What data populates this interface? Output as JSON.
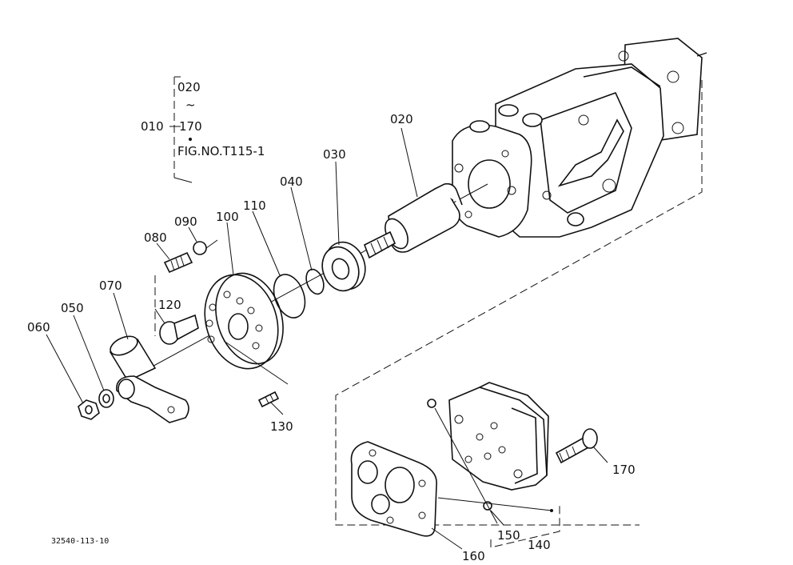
{
  "legend": {
    "top": "020",
    "tilde": "~",
    "left": "010",
    "right": "170",
    "fig": "FIG.NO.T115-1"
  },
  "callouts": [
    {
      "id": "c020",
      "text": "020"
    },
    {
      "id": "c030",
      "text": "030"
    },
    {
      "id": "c040",
      "text": "040"
    },
    {
      "id": "c110",
      "text": "110"
    },
    {
      "id": "c100",
      "text": "100"
    },
    {
      "id": "c090",
      "text": "090"
    },
    {
      "id": "c080",
      "text": "080"
    },
    {
      "id": "c070",
      "text": "070"
    },
    {
      "id": "c120",
      "text": "120"
    },
    {
      "id": "c050",
      "text": "050"
    },
    {
      "id": "c060",
      "text": "060"
    },
    {
      "id": "c130",
      "text": "130"
    },
    {
      "id": "c170",
      "text": "170"
    },
    {
      "id": "c150",
      "text": "150"
    },
    {
      "id": "c140",
      "text": "140"
    },
    {
      "id": "c160",
      "text": "160"
    }
  ],
  "drawing_number": "32540-113-10"
}
